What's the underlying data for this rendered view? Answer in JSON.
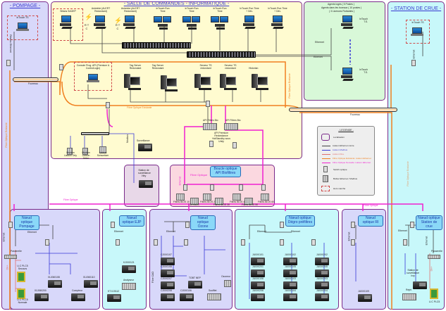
{
  "zones": {
    "pompage": "- POMPAGE -",
    "salle": "- SALLE DE COMMANDES - INFORMATIQUE -",
    "crue": "- STATION DE CRUE -"
  },
  "pompage": {
    "intouch": "InTouch TS",
    "reseau": "Réseau Ethernet",
    "fibre": "Fibre Optique Existante",
    "fourreau": "Fourreau"
  },
  "salle": {
    "sillans": "Sillans SAGEP",
    "rtc": "R T C",
    "astreinte": [
      "Astreinte (ALERT Redondant)",
      "Astreinte (ALERT Redondant)"
    ],
    "runtime": [
      "InTouch Run Time",
      "InTouch Run Time",
      "InTouch Run Time"
    ],
    "runtime_dev": [
      "InTouch Run Time + Dév.",
      "InTouch Run Time + Dév."
    ],
    "console": "Console Prog. API (Premium & ControlLogix)",
    "tag_server": [
      "Tag Server Redondant",
      "Tag Server Redondant"
    ],
    "serveur_ts": [
      "Serveur TS redondant",
      "Serveur TS redondant"
    ],
    "historian": "Historian",
    "fibre_existante": "Fibre Optique Existante",
    "api_filtres": [
      "API Filtres Bio",
      "API Filtres Bio"
    ],
    "api_premium": "API Premium Redondance HotStandby sous Unity",
    "modems": [
      "Modem Liaison Orly",
      "Modem Liaison Ablon",
      "Liaison Schweitzer"
    ],
    "modbus": "Modbus",
    "surveillance": "Surveillance",
    "fourreau": "Fourreau"
  },
  "vitry": "Station de surveillance Vitry",
  "biofiltres": {
    "title": "Boucle optique API Biofiltres",
    "fibre": "Fibre Optique",
    "ethernet": "Ethernet",
    "filtres": [
      "Filtres BIOS 10",
      "T.20 BIOS",
      "Filtres BIOS 20",
      "Filtres BIOS 30",
      "Filtres BIOS 40",
      "Filtres BIOS 50",
      "Filtres BIOS 60"
    ]
  },
  "agents": {
    "line1": "Agents logés ( 5 Postes )",
    "line2": "Agents dans les bureaux ( 10 postes )",
    "line3": "( 3 Licences Flottantes )",
    "intouch": [
      "InTouch T.S.",
      "InTouch T.S."
    ],
    "ethernet": [
      "Ethernet",
      "Ethernet"
    ]
  },
  "crue": {
    "intouch": "InTouch TS",
    "ethernet": "Ethernet",
    "fibre": "Fibre Optique Existante"
  },
  "legend": {
    "title": "- LEGENDE -",
    "items": [
      "Localisation",
      "Liaison Ethernet cuivre",
      "Liaison Modbus",
      "Liaison DH+",
      "Fibre Optique Existante: Liaison Ethernet",
      "Fibre Optique Nouvelle: Liaison Ethernet",
      "Switch optique",
      "Boîtier Ethernet / Modbus",
      "Hors marché"
    ],
    "colors": [
      "#7a2a8a",
      "#444444",
      "#3a3ad8",
      "#e07070",
      "#f08020",
      "#f020d0",
      "",
      "",
      "#d04a4a"
    ]
  },
  "fibre_optique": [
    "Fibre Optique",
    "Fibre Optique"
  ],
  "nodes": {
    "pompage": {
      "title": "Nœud optique Pompage",
      "ethernet": [
        "Ethernet",
        "Ethernet"
      ],
      "passerelle": "Passerelle",
      "dh": "DH+",
      "plc_secours": "U.C PLC5 Secours",
      "plc_normale": "U.C PLC5 Normale",
      "devices": [
        "01J060108",
        "01J060110",
        "01J060200",
        "Compteur"
      ]
    },
    "ejp": {
      "title": "Nœud optique EJP",
      "ethernet": "Ethernet",
      "devices": [
        "KJ0X0121",
        "Analyseur",
        "KT.XJ0112"
      ]
    },
    "ozone": {
      "title": "Nœud optique Ozone",
      "ethernet": "Ethernet",
      "fibre": "Fibre CAO",
      "devices": [
        "CJ0X0107",
        "CJ0X0108",
        "CJ0X0207",
        "CJ0X0208",
        "TOBT NEP",
        "CJ0X0106",
        "Soufflet",
        "Ozoneur"
      ]
    },
    "degro": {
      "title": "Nœud optique Dégro préfiltres",
      "ethernet": [
        "Ethernet",
        "Ethernet"
      ],
      "devices": [
        "JU0X0101",
        "JU0X0201",
        "JU0X0106",
        "JU0X0206",
        "JU0X0102",
        "JU0X0105",
        "JU0X0103",
        "JU0X0104",
        "JU0X0202",
        "JU0X0205",
        "JU0X0203",
        "JU0X0204"
      ]
    },
    "ri": {
      "title": "Nœud optique RI",
      "ethernet": "Ethernet",
      "devices": [
        "JU0X0109"
      ]
    },
    "crue": {
      "title": "Nœud optique Station de crue",
      "ethernet": [
        "Ethernet",
        "Ethernet"
      ],
      "passerelle": "Passerelle",
      "dh": "DH+",
      "surveillance": "Station de surveillance Ivry",
      "rejet": "Rejet",
      "plc": "U.C PLC5"
    }
  }
}
